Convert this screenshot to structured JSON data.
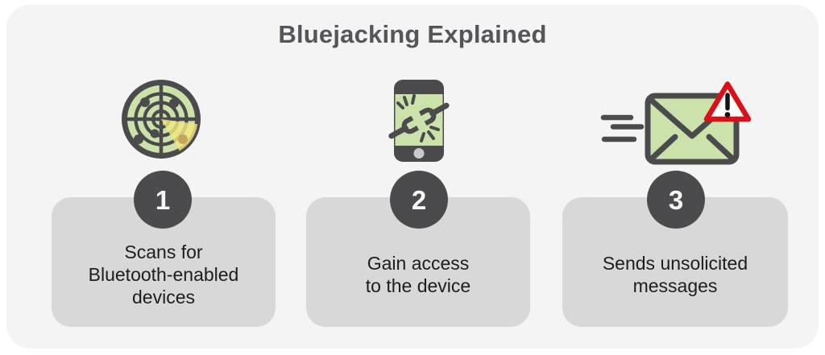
{
  "title": "Bluejacking Explained",
  "steps": [
    {
      "number": "1",
      "icon": "radar-scan-icon",
      "lines": [
        "Scans for",
        "Bluetooth-enabled",
        "devices"
      ]
    },
    {
      "number": "2",
      "icon": "phone-broken-link-icon",
      "lines": [
        "Gain access",
        "to the device"
      ]
    },
    {
      "number": "3",
      "icon": "mail-warning-icon",
      "lines": [
        "Sends unsolicited",
        "messages"
      ]
    }
  ],
  "colors": {
    "panel_bg": "#f4f4f5",
    "card_bg": "#d8d8d9",
    "badge_bg": "#4b4b4d",
    "icon_dark": "#4b4b4d",
    "icon_green": "#cbe2ab",
    "radar_sweep_yellow": "#f1e77e",
    "radar_sweep_blip": "#c7a55f",
    "warning_red": "#dc1117",
    "home_button_gray": "#c9c9c9",
    "title_color": "#555659",
    "text_color": "#1d1d1d"
  }
}
